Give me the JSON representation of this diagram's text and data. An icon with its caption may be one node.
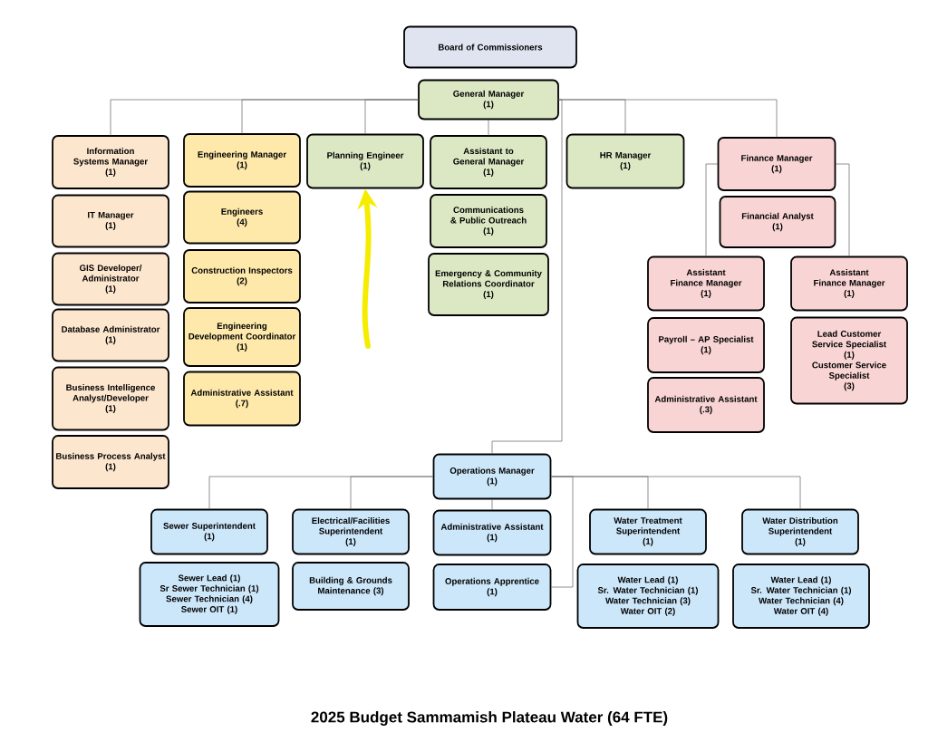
{
  "diagram": {
    "title": "2025 Budget Sammamish Plateau Water (64 FTE)",
    "nodes": [
      {
        "text": [
          "Board of Commissioners"
        ]
      },
      {
        "text": [
          "General Manager",
          "(1)"
        ]
      },
      {
        "text": [
          "Information Systems Manager",
          "(1)"
        ]
      },
      {
        "text": [
          "IT Manager",
          "(1)"
        ]
      },
      {
        "text": [
          "GIS Developer/ Administrator",
          "(1)"
        ]
      },
      {
        "text": [
          "Database Administrator",
          "(1)"
        ]
      },
      {
        "text": [
          "Business Intelligence Analyst/Developer",
          "(1)"
        ]
      },
      {
        "text": [
          "Business Process Analyst",
          "(1)"
        ]
      },
      {
        "text": [
          "Engineering Manager",
          "(1)"
        ]
      },
      {
        "text": [
          "Engineers",
          "(4)"
        ]
      },
      {
        "text": [
          "Construction Inspectors",
          "(2)"
        ]
      },
      {
        "text": [
          "Engineering Development Coordinator",
          "(1)"
        ]
      },
      {
        "text": [
          "Administrative Assistant",
          "(.7)"
        ]
      },
      {
        "text": [
          "Planning Engineer",
          "(1)"
        ]
      },
      {
        "text": [
          "Assistant to General Manager",
          "(1)"
        ]
      },
      {
        "text": [
          "Communications & Public Outreach",
          "(1)"
        ]
      },
      {
        "text": [
          "Emergency & Community Relations Coordinator",
          "(1)"
        ]
      },
      {
        "text": [
          "HR Manager",
          "(1)"
        ]
      },
      {
        "text": [
          "Finance Manager",
          "(1)"
        ]
      },
      {
        "text": [
          "Financial Analyst",
          "(1)"
        ]
      },
      {
        "text": [
          "Assistant Finance Manager",
          "(1)"
        ]
      },
      {
        "text": [
          "Payroll – AP Specialist",
          "(1)"
        ]
      },
      {
        "text": [
          "Administrative Assistant",
          "(.3)"
        ]
      },
      {
        "text": [
          "Assistant Finance Manager",
          "(1)"
        ]
      },
      {
        "text": [
          "Lead Customer Service Specialist",
          "(1)",
          "Customer Service Specialist",
          "(3)"
        ]
      },
      {
        "text": [
          "Operations Manager",
          "(1)"
        ]
      },
      {
        "text": [
          "Sewer Superintendent",
          "(1)"
        ]
      },
      {
        "text": [
          "Sewer Lead (1)",
          "Sr Sewer Technician (1)",
          "Sewer Technician (4)",
          "Sewer OIT (1)"
        ]
      },
      {
        "text": [
          "Electrical/Facilities Superintendent",
          "(1)"
        ]
      },
      {
        "text": [
          "Building & Grounds Maintenance (3)"
        ]
      },
      {
        "text": [
          "Administrative Assistant",
          "(1)"
        ]
      },
      {
        "text": [
          "Operations Apprentice",
          "(1)"
        ]
      },
      {
        "text": [
          "Water Treatment Superintendent",
          "(1)"
        ]
      },
      {
        "text": [
          "Water Lead (1)",
          "Sr. Water Technician (1)",
          "Water Technician (3)",
          "Water OIT (2)"
        ]
      },
      {
        "text": [
          "Water Distribution Superintendent",
          "(1)"
        ]
      },
      {
        "text": [
          "Water Lead (1)",
          "Sr. Water Technician (1)",
          "Water Technician (4)",
          "Water OIT (4)"
        ]
      }
    ],
    "edges": [
      {
        "from": 1,
        "to": 2,
        "arrow": "none"
      },
      {
        "from": 1,
        "to": 8,
        "arrow": "none"
      },
      {
        "from": 1,
        "to": 13,
        "arrow": "none"
      },
      {
        "from": 1,
        "to": 14,
        "arrow": "none"
      },
      {
        "from": 1,
        "to": 17,
        "arrow": "none"
      },
      {
        "from": 1,
        "to": 18,
        "arrow": "none"
      },
      {
        "from": 1,
        "to": 25,
        "arrow": "none"
      },
      {
        "from": 18,
        "to": 20,
        "arrow": "none"
      },
      {
        "from": 18,
        "to": 23,
        "arrow": "none"
      },
      {
        "from": 25,
        "to": 26,
        "arrow": "none"
      },
      {
        "from": 25,
        "to": 28,
        "arrow": "none"
      },
      {
        "from": 25,
        "to": 30,
        "arrow": "none"
      },
      {
        "from": 25,
        "to": 31,
        "arrow": "none"
      },
      {
        "from": 25,
        "to": 32,
        "arrow": "none"
      },
      {
        "from": 25,
        "to": 34,
        "arrow": "none"
      },
      {
        "from": null,
        "to": 13,
        "arrow": "to",
        "style": "thick",
        "color": "#f5ec00"
      }
    ]
  }
}
